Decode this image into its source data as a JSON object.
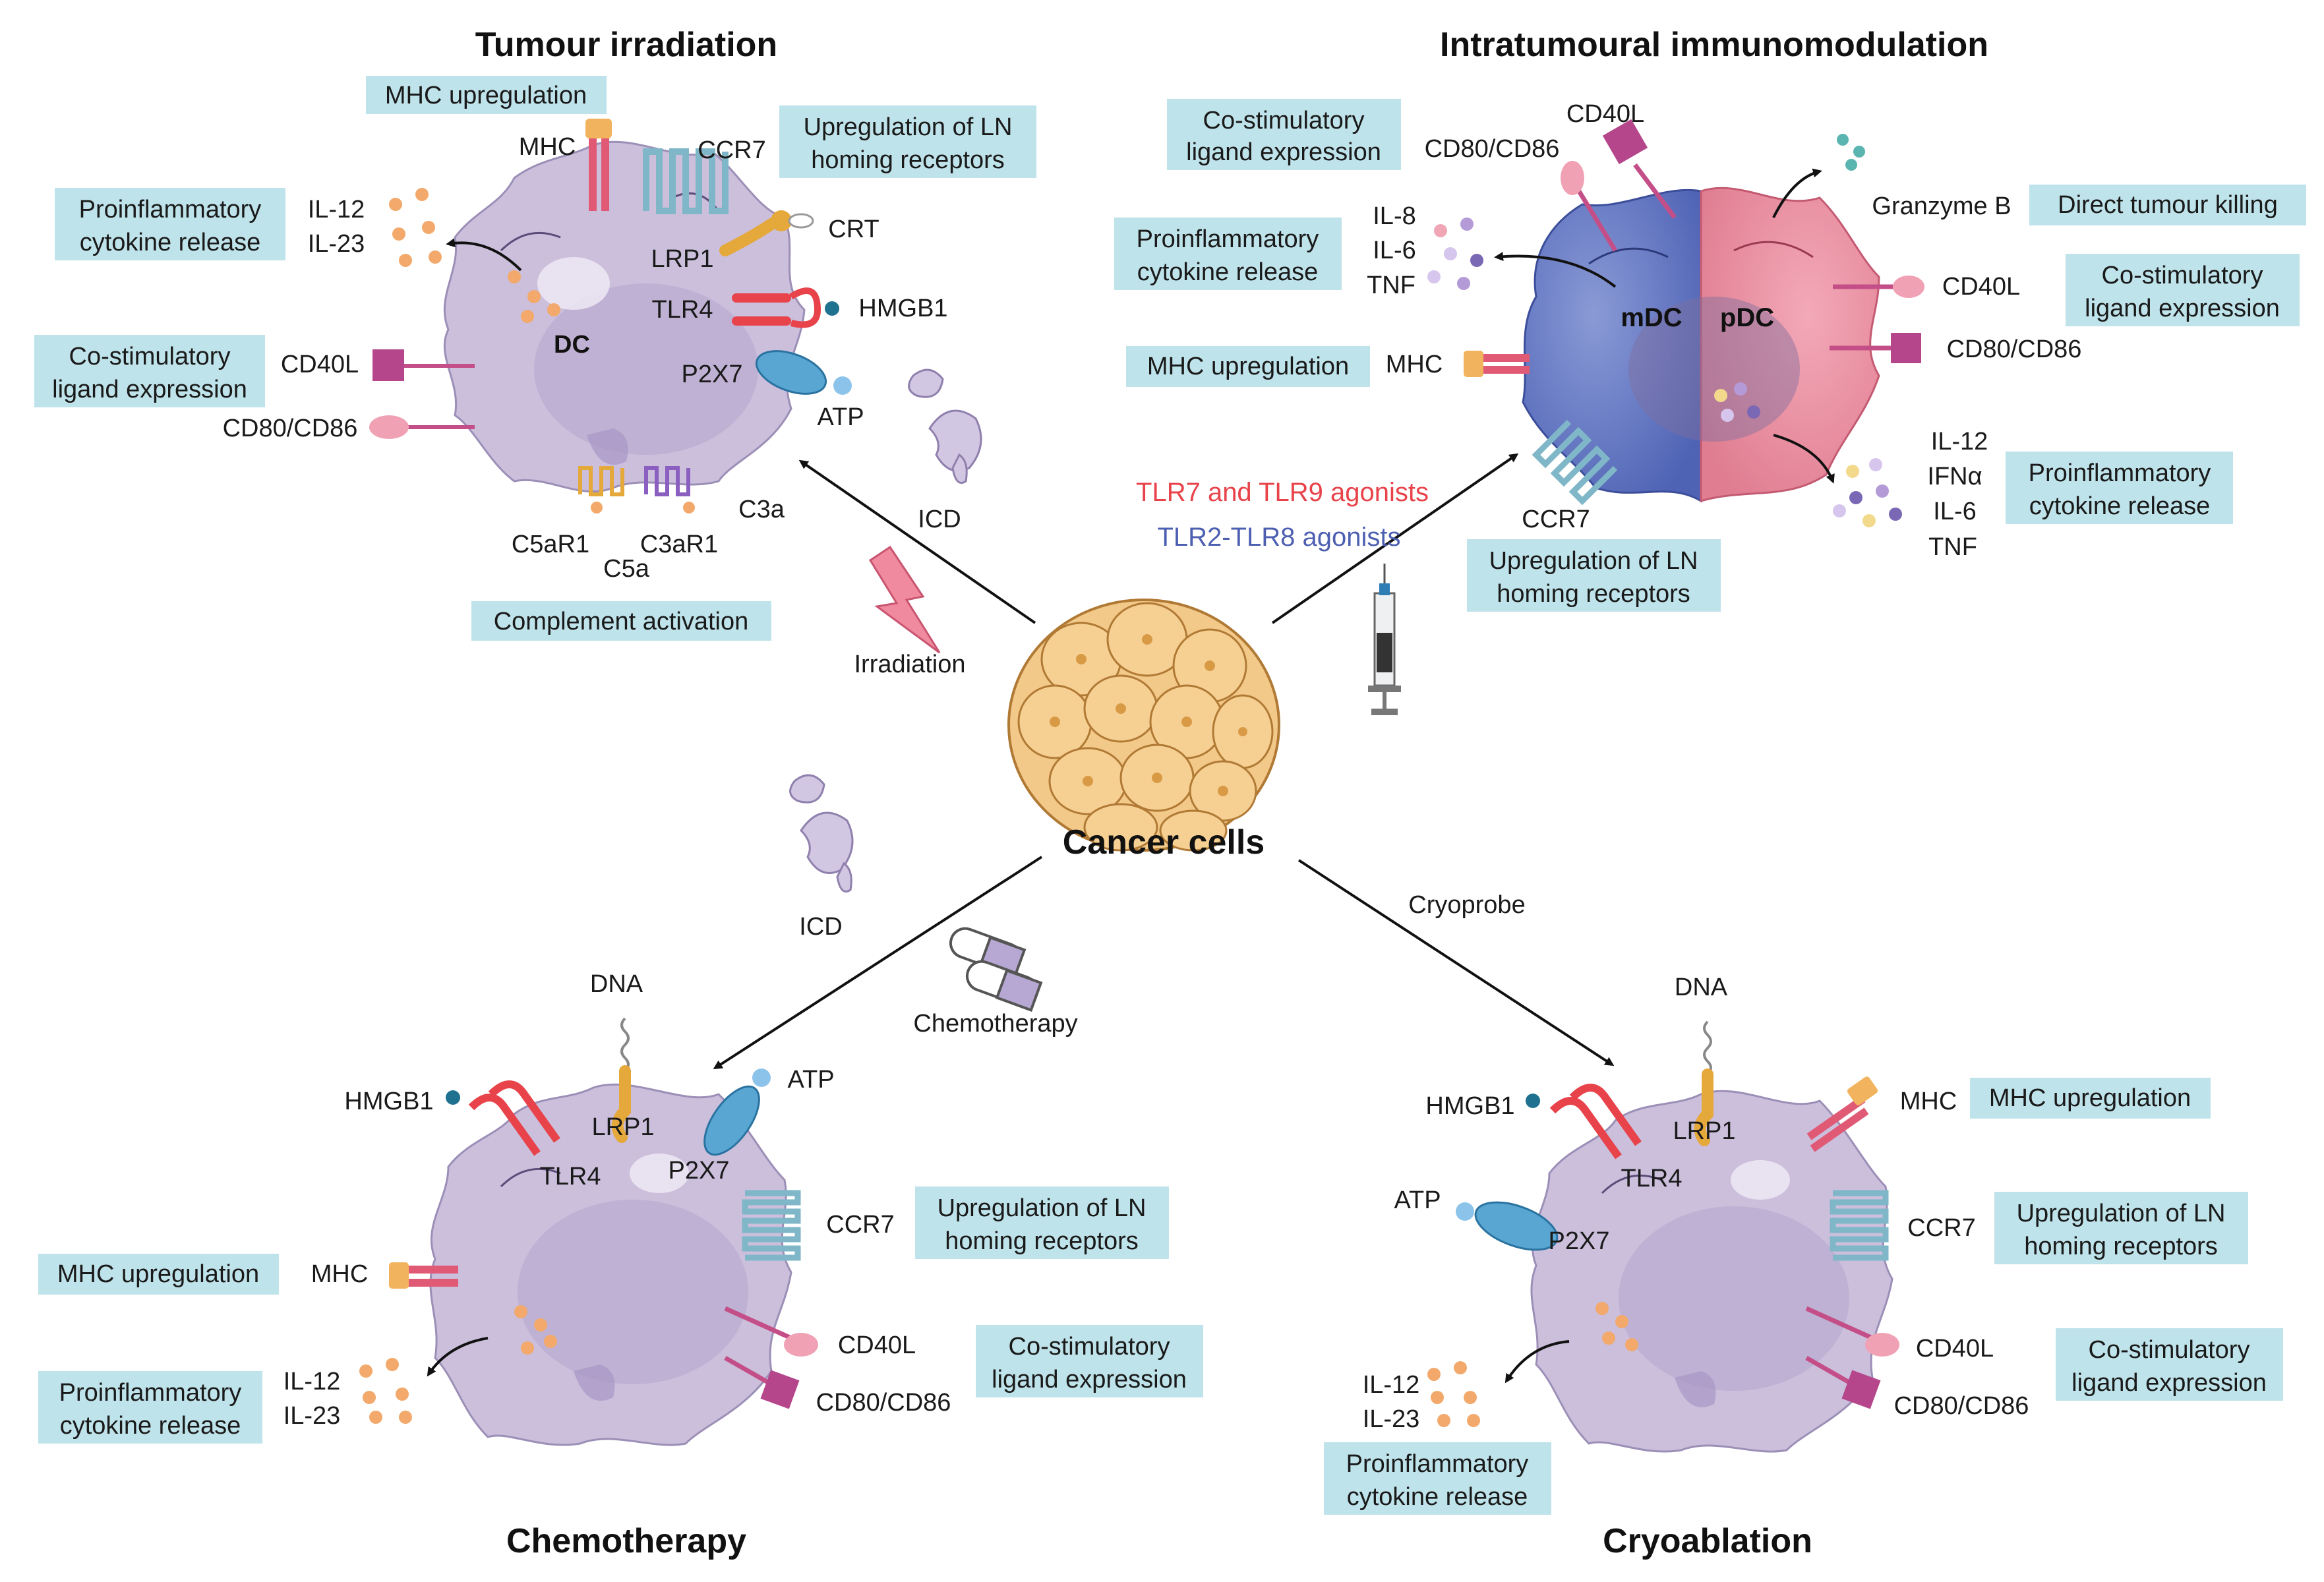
{
  "titles": {
    "top_left": "Tumour irradiation",
    "top_right": "Intratumoural immunomodulation",
    "bottom_left": "Chemotherapy",
    "bottom_right": "Cryoablation",
    "center": "Cancer cells"
  },
  "top_left": {
    "boxes": {
      "mhc_up": "MHC upregulation",
      "ln_1": "Upregulation of LN",
      "ln_2": "homing receptors",
      "pro_1": "Proinflammatory",
      "pro_2": "cytokine release",
      "cos_1": "Co-stimulatory",
      "cos_2": "ligand expression",
      "complement": "Complement activation"
    },
    "labels": {
      "mhc": "MHC",
      "ccr7": "CCR7",
      "crt": "CRT",
      "lrp1": "LRP1",
      "il12": "IL-12",
      "il23": "IL-23",
      "tlr4": "TLR4",
      "hmgb1": "HMGB1",
      "dc": "DC",
      "p2x7": "P2X7",
      "atp": "ATP",
      "cd40l": "CD40L",
      "cd80": "CD80/CD86",
      "c3a": "C3a",
      "c5ar1": "C5aR1",
      "c3ar1": "C3aR1",
      "c5a": "C5a",
      "icd": "ICD",
      "irradiation": "Irradiation"
    }
  },
  "top_right": {
    "boxes": {
      "cos_a1": "Co-stimulatory",
      "cos_a2": "ligand expression",
      "pro_a1": "Proinflammatory",
      "pro_a2": "cytokine release",
      "mhc_up": "MHC upregulation",
      "direct": "Direct tumour killing",
      "cos_b1": "Co-stimulatory",
      "cos_b2": "ligand expression",
      "pro_b1": "Proinflammatory",
      "pro_b2": "cytokine release",
      "ln_1": "Upregulation of LN",
      "ln_2": "homing receptors"
    },
    "labels": {
      "cd40l_a": "CD40L",
      "cd80_a": "CD80/CD86",
      "granzyme": "Granzyme B",
      "il8": "IL-8",
      "il6": "IL-6",
      "tnf": "TNF",
      "mdc": "mDC",
      "pdc": "pDC",
      "cd40l_b": "CD40L",
      "cd80_b": "CD80/CD86",
      "mhc": "MHC",
      "il12": "IL-12",
      "ifna": "IFNα",
      "il6_b": "IL-6",
      "tnf_b": "TNF",
      "ccr7": "CCR7",
      "tlr79": "TLR7 and TLR9 agonists",
      "tlr28": "TLR2-TLR8 agonists"
    }
  },
  "bottom_left": {
    "boxes": {
      "ln_1": "Upregulation of LN",
      "ln_2": "homing receptors",
      "mhc_up": "MHC upregulation",
      "cos_1": "Co-stimulatory",
      "cos_2": "ligand expression",
      "pro_1": "Proinflammatory",
      "pro_2": "cytokine release"
    },
    "labels": {
      "dna": "DNA",
      "atp": "ATP",
      "hmgb1": "HMGB1",
      "lrp1": "LRP1",
      "tlr4": "TLR4",
      "p2x7": "P2X7",
      "ccr7": "CCR7",
      "mhc": "MHC",
      "cd40l": "CD40L",
      "cd80": "CD80/CD86",
      "il12": "IL-12",
      "il23": "IL-23",
      "icd": "ICD",
      "chemo": "Chemotherapy"
    }
  },
  "bottom_right": {
    "boxes": {
      "mhc_up": "MHC upregulation",
      "ln_1": "Upregulation of LN",
      "ln_2": "homing receptors",
      "cos_1": "Co-stimulatory",
      "cos_2": "ligand expression",
      "pro_1": "Proinflammatory",
      "pro_2": "cytokine release"
    },
    "labels": {
      "dna": "DNA",
      "hmgb1": "HMGB1",
      "lrp1": "LRP1",
      "mhc": "MHC",
      "tlr4": "TLR4",
      "atp": "ATP",
      "p2x7": "P2X7",
      "ccr7": "CCR7",
      "cd40l": "CD40L",
      "cd80": "CD80/CD86",
      "il12": "IL-12",
      "il23": "IL-23",
      "cryoprobe": "Cryoprobe"
    }
  },
  "colors": {
    "box": "#bfe3ea",
    "cell": "#cbbfdc",
    "cancer": "#f3c98a",
    "tlr79": "#e8424a",
    "tlr28": "#4d5fb0"
  }
}
